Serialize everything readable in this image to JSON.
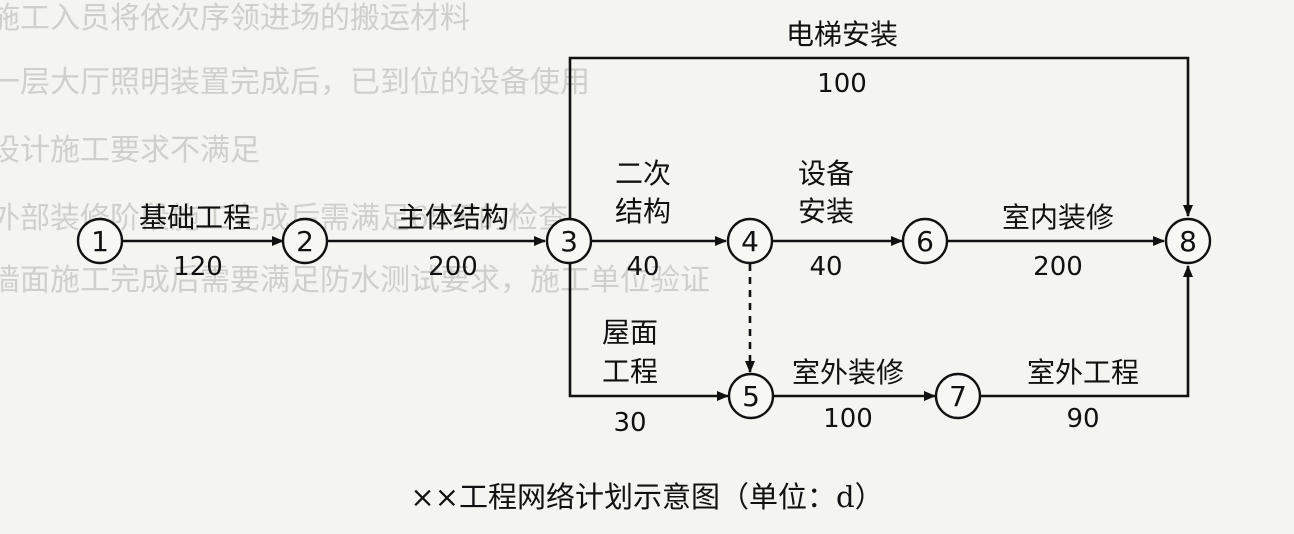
{
  "background_text": [
    "施工入员将依次序领进场的搬运材料",
    "一层大厅照明装置完成后，已到位的设备使用",
    "设计施工要求不满足",
    "外部装修阶段施工完成后需满足65天的检查",
    "墙面施工完成后需要满足防水测试要求，施工单位验证"
  ],
  "nodes": [
    {
      "id": "n1",
      "label": "1"
    },
    {
      "id": "n2",
      "label": "2"
    },
    {
      "id": "n3",
      "label": "3"
    },
    {
      "id": "n4",
      "label": "4"
    },
    {
      "id": "n5",
      "label": "5"
    },
    {
      "id": "n6",
      "label": "6"
    },
    {
      "id": "n7",
      "label": "7"
    },
    {
      "id": "n8",
      "label": "8"
    }
  ],
  "activities": {
    "a12": {
      "name": "基础工程",
      "duration": "120"
    },
    "a23": {
      "name": "主体结构",
      "duration": "200"
    },
    "a34": {
      "name_line1": "二次",
      "name_line2": "结构",
      "duration": "40"
    },
    "a46": {
      "name_line1": "设备",
      "name_line2": "安装",
      "duration": "40"
    },
    "a68": {
      "name": "室内装修",
      "duration": "200"
    },
    "a38": {
      "name": "电梯安装",
      "duration": "100"
    },
    "a35": {
      "name_line1": "屋面",
      "name_line2": "工程",
      "duration": "30"
    },
    "a57": {
      "name": "室外装修",
      "duration": "100"
    },
    "a78": {
      "name": "室外工程",
      "duration": "90"
    }
  },
  "caption": "××工程网络计划示意图（单位：d）",
  "colors": {
    "ink": "#111111",
    "paper": "#f4f4f1",
    "bleed": "#cfcfcb"
  }
}
